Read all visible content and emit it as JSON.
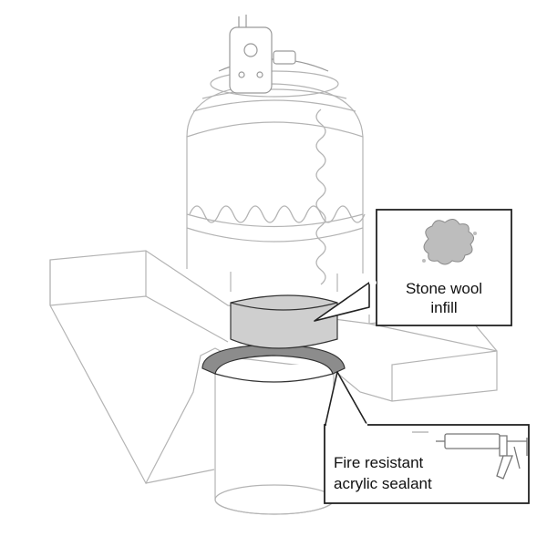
{
  "callouts": {
    "infill": {
      "line1": "Stone wool",
      "line2": "infill"
    },
    "sealant": {
      "line1": "Fire resistant",
      "line2": "acrylic sealant"
    }
  },
  "colors": {
    "outline": "#b4b4b4",
    "dark_outline": "#222222",
    "wool_fill": "#cfcfcf",
    "sealant_fill": "#8c8c8c",
    "background": "#ffffff"
  },
  "icons": {
    "infill": "stone-wool-icon",
    "sealant": "caulking-gun-icon",
    "device": "pressure-gauge-icon"
  }
}
